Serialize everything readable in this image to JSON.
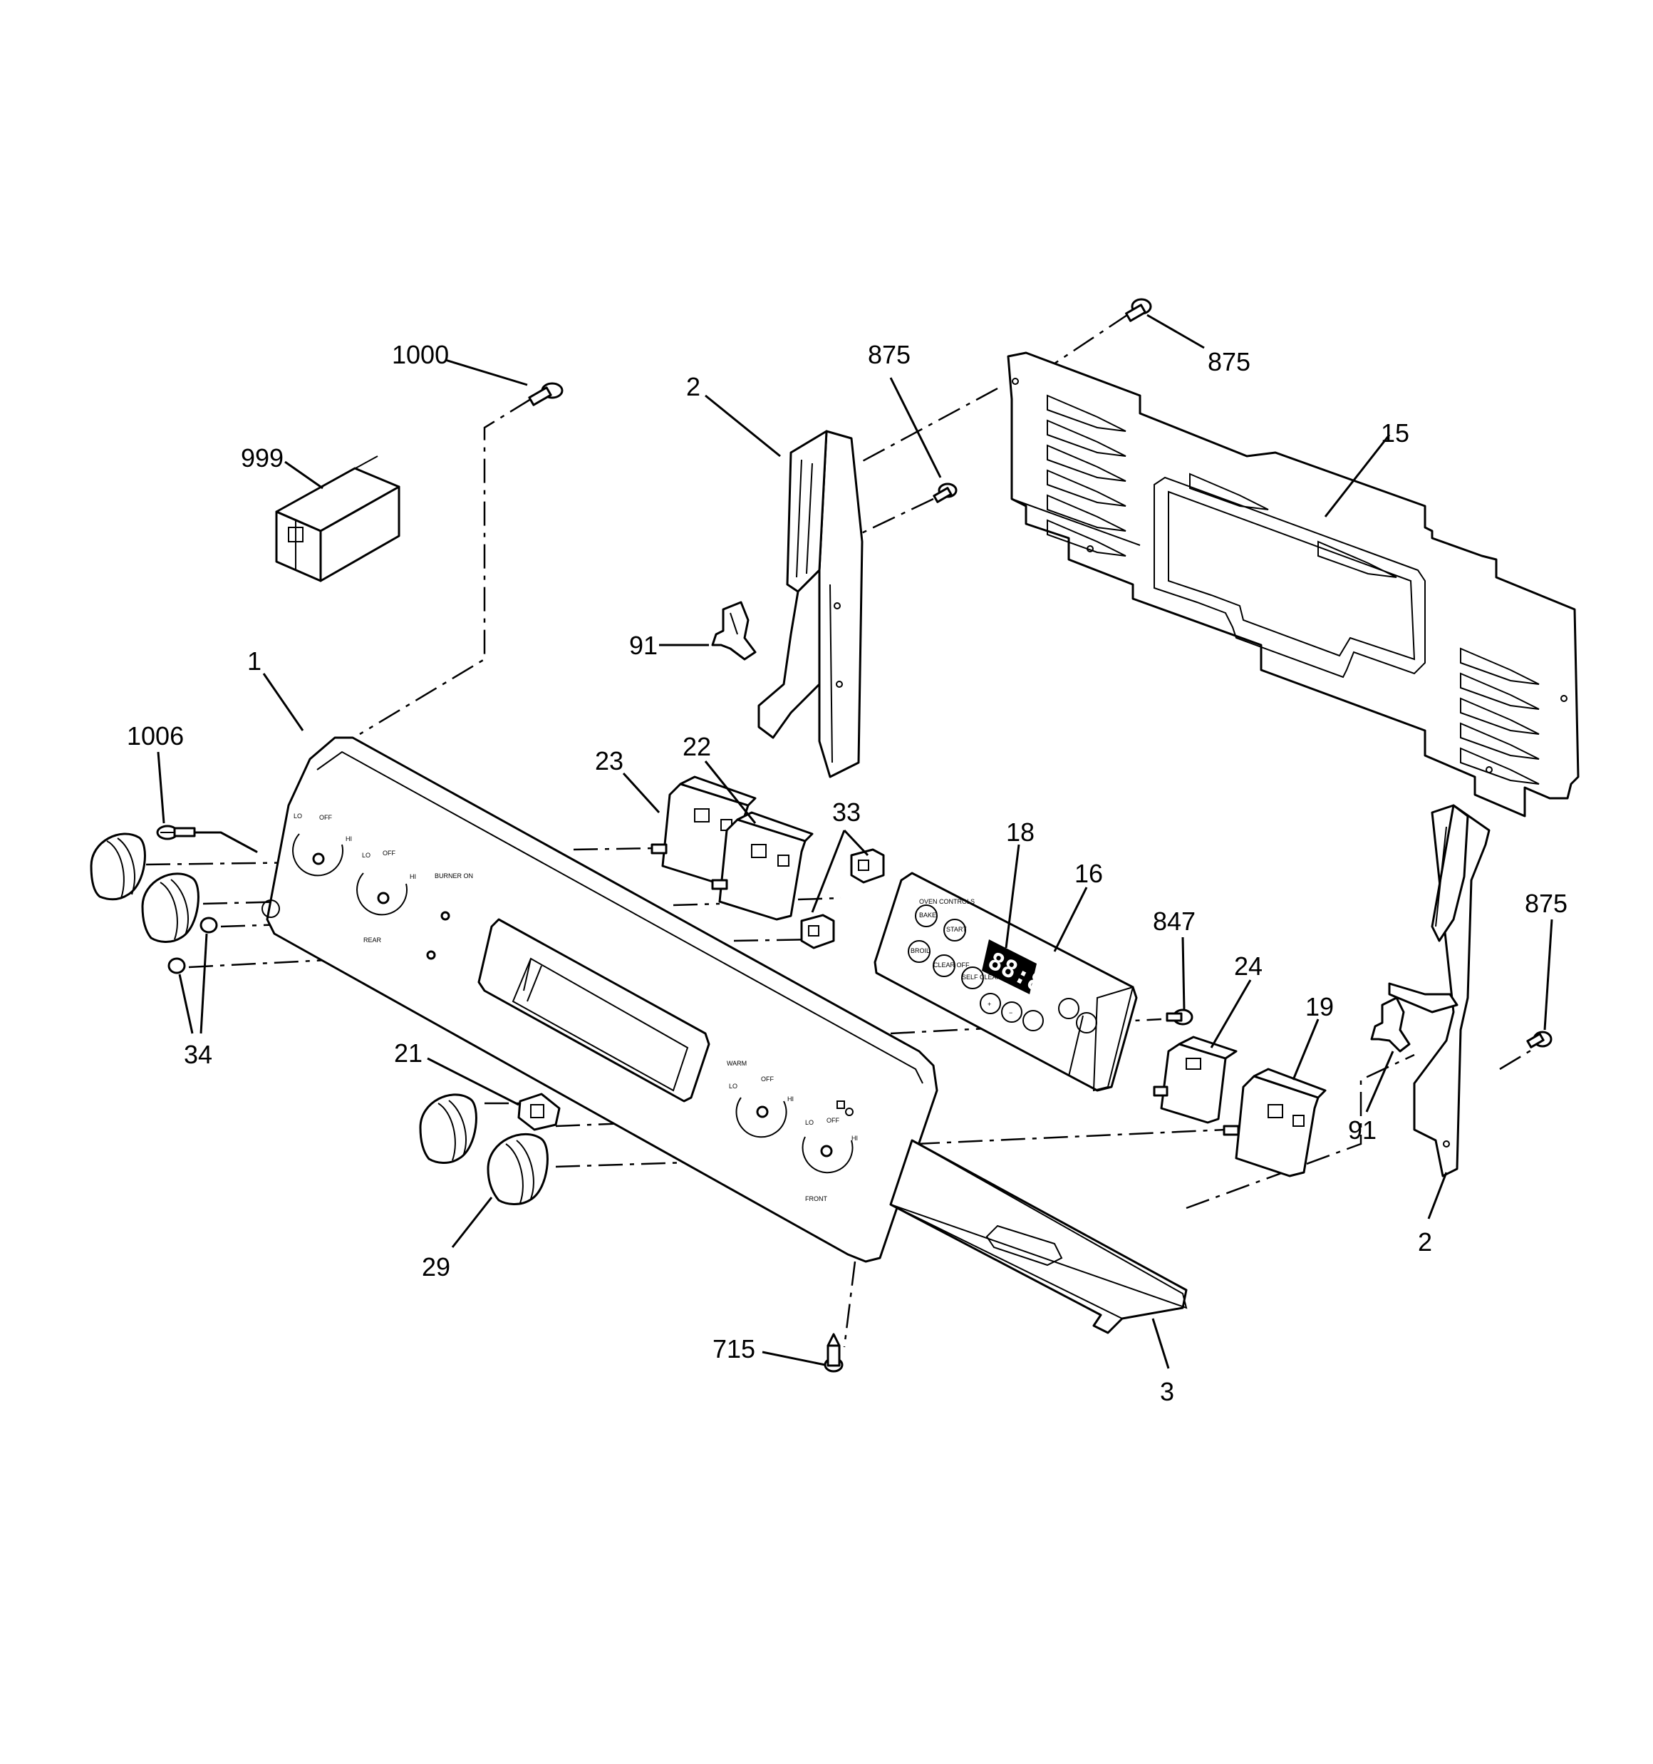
{
  "callouts": {
    "c1000": "1000",
    "c999": "999",
    "c2_top": "2",
    "c875_mid": "875",
    "c875_top": "875",
    "c15": "15",
    "c91_left": "91",
    "c1": "1",
    "c1006": "1006",
    "c23": "23",
    "c22": "22",
    "c33": "33",
    "c18": "18",
    "c16": "16",
    "c847": "847",
    "c875_right": "875",
    "c24": "24",
    "c19": "19",
    "c34": "34",
    "c21": "21",
    "c91_right": "91",
    "c2_right": "2",
    "c29": "29",
    "c715": "715",
    "c3": "3"
  },
  "panel_labels": {
    "off_1": "OFF",
    "off_2": "OFF",
    "lo_1": "LO",
    "lo_2": "LO",
    "hi_1": "HI",
    "hi_2": "HI",
    "rear": "REAR",
    "burner_on": "BURNER ON",
    "warm": "WARM",
    "off_3": "OFF",
    "off_4": "OFF",
    "lo_3": "LO",
    "lo_4": "LO",
    "hi_3": "HI",
    "hi_4": "HI",
    "front": "FRONT"
  },
  "control_labels": {
    "oven_controls": "OVEN CONTROLS",
    "bake": "BAKE",
    "start": "START",
    "broil": "BROIL",
    "clear_off": "CLEAR OFF",
    "self_clean": "SELF CLEAN",
    "plus": "+",
    "minus": "−",
    "display": "88:88"
  }
}
